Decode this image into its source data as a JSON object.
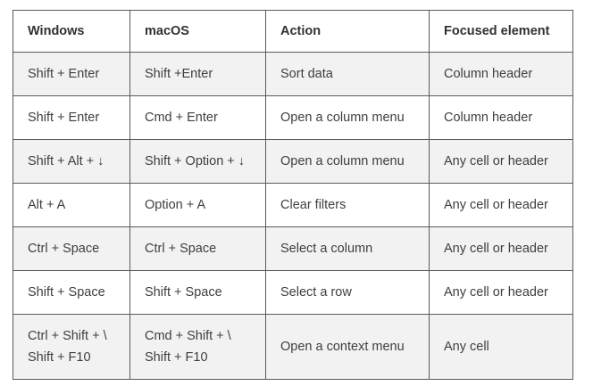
{
  "table": {
    "headers": [
      {
        "label": "Windows"
      },
      {
        "label": "macOS"
      },
      {
        "label": "Action"
      },
      {
        "label": "Focused element"
      }
    ],
    "rows": [
      {
        "windows": "Shift + Enter",
        "macos": "Shift +Enter",
        "action": "Sort data",
        "focused": "Column header",
        "striped": true
      },
      {
        "windows": "Shift + Enter",
        "macos": "Cmd + Enter",
        "action": "Open a column menu",
        "focused": "Column header",
        "striped": false
      },
      {
        "windows": "Shift + Alt + ↓",
        "macos": "Shift + Option + ↓",
        "action": "Open a column menu",
        "focused": "Any cell or header",
        "striped": true
      },
      {
        "windows": "Alt + A",
        "macos": "Option + A",
        "action": "Clear filters",
        "focused": "Any cell or header",
        "striped": false
      },
      {
        "windows": "Ctrl + Space",
        "macos": "Ctrl + Space",
        "action": "Select a column",
        "focused": "Any cell or header",
        "striped": true
      },
      {
        "windows": "Shift + Space",
        "macos": "Shift + Space",
        "action": "Select a row",
        "focused": "Any cell or header",
        "striped": false
      },
      {
        "windows_line1": "Ctrl + Shift + \\",
        "windows_line2": "Shift + F10",
        "macos_line1": "Cmd + Shift + \\",
        "macos_line2": "Shift + F10",
        "action": "Open a context menu",
        "focused": "Any cell",
        "striped": true,
        "tall": true
      }
    ]
  },
  "colors": {
    "border": "#5a5a5a",
    "stripe": "#f2f2f2",
    "text": "#3c4043",
    "header_text": "#2f3133",
    "background": "#ffffff"
  }
}
